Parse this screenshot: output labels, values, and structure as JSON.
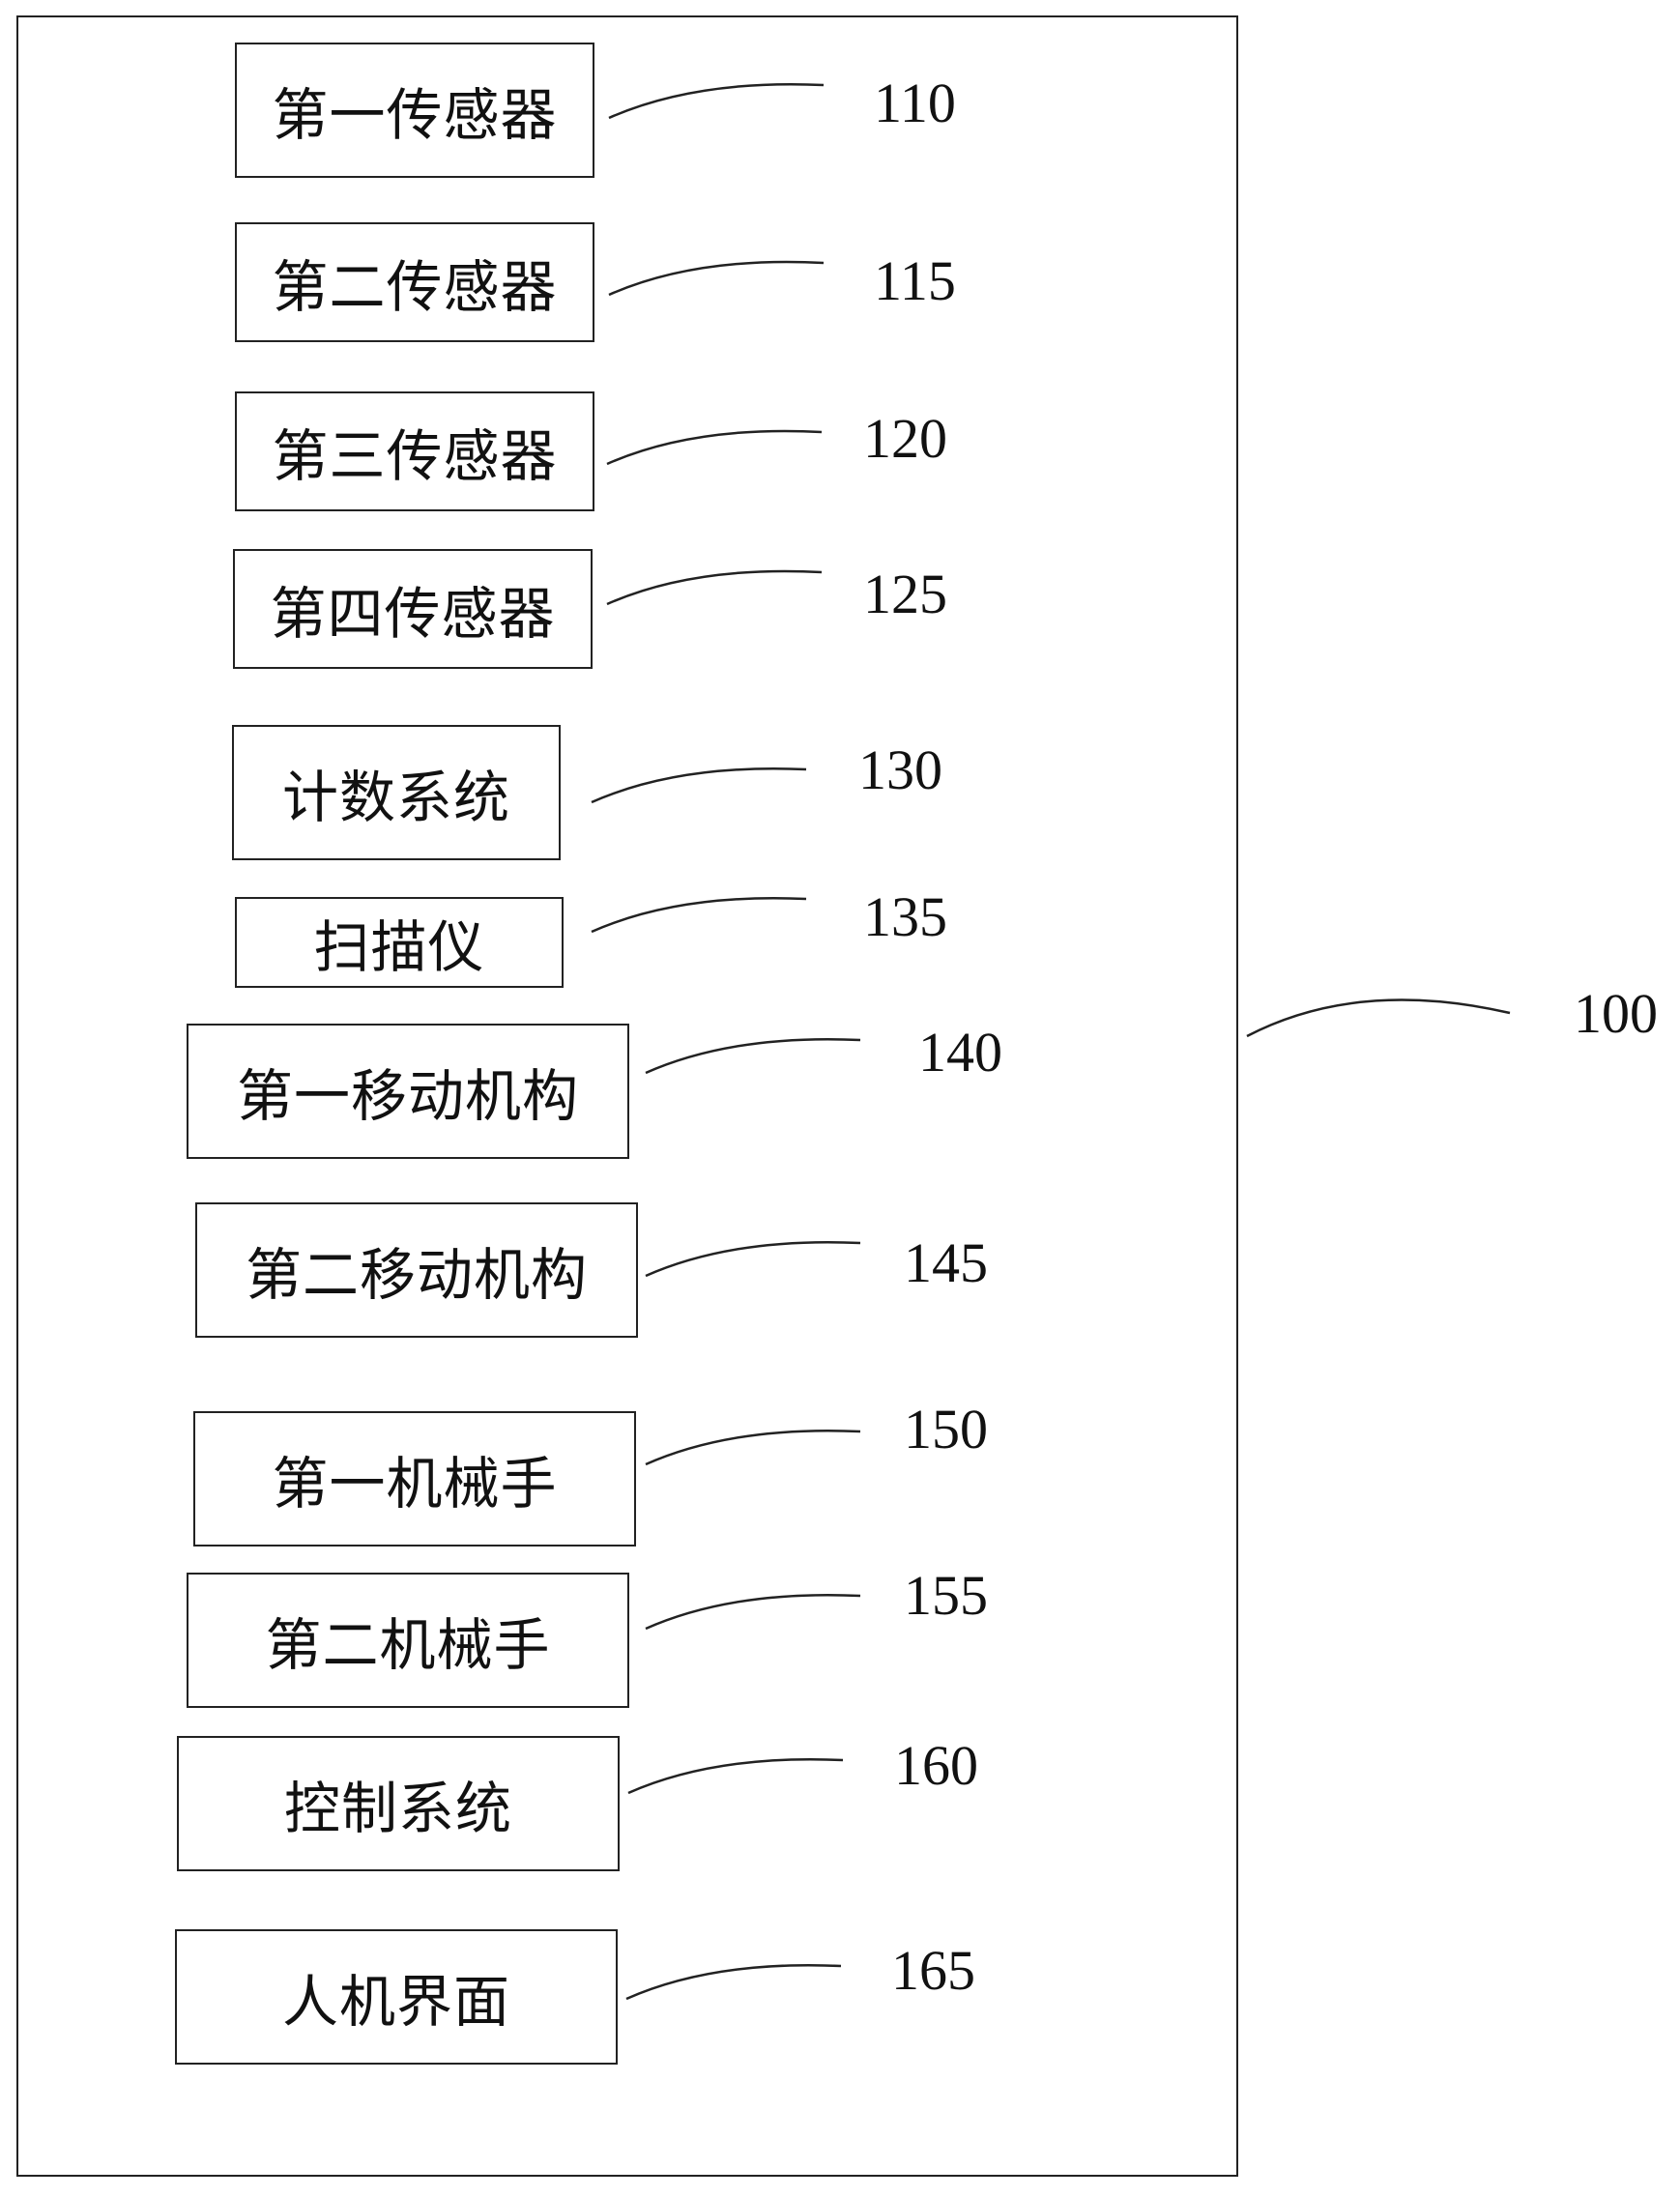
{
  "system": {
    "ref": "100"
  },
  "components": [
    {
      "label": "第一传感器",
      "ref": "110"
    },
    {
      "label": "第二传感器",
      "ref": "115"
    },
    {
      "label": "第三传感器",
      "ref": "120"
    },
    {
      "label": "第四传感器",
      "ref": "125"
    },
    {
      "label": "计数系统",
      "ref": "130"
    },
    {
      "label": "扫描仪",
      "ref": "135"
    },
    {
      "label": "第一移动机构",
      "ref": "140"
    },
    {
      "label": "第二移动机构",
      "ref": "145"
    },
    {
      "label": "第一机械手",
      "ref": "150"
    },
    {
      "label": "第二机械手",
      "ref": "155"
    },
    {
      "label": "控制系统",
      "ref": "160"
    },
    {
      "label": "人机界面",
      "ref": "165"
    }
  ]
}
